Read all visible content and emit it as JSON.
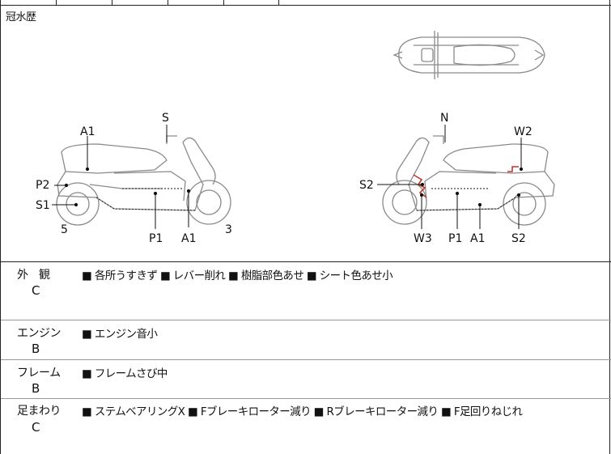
{
  "flood_history": {
    "label": "冠水歴"
  },
  "diagram_labels": {
    "left": {
      "s": "S",
      "a1_top": "A1",
      "p2": "P2",
      "s1": "S1",
      "num5": "5",
      "p1": "P1",
      "a1_bottom": "A1",
      "num3": "3"
    },
    "right": {
      "n": "N",
      "w2": "W2",
      "s2_left": "S2",
      "w3": "W3",
      "p1": "P1",
      "a1": "A1",
      "s2_bottom": "S2"
    }
  },
  "conditions": [
    {
      "category": "外　観",
      "grade": "C",
      "notes": "■ 各所うすきず ■ レバー削れ ■ 樹脂部色あせ ■ シート色あせ小"
    },
    {
      "category": "エンジン",
      "grade": "B",
      "notes": "■ エンジン音小"
    },
    {
      "category": "フレーム",
      "grade": "B",
      "notes": "■ フレームさび中"
    },
    {
      "category": "足まわり",
      "grade": "C",
      "notes": "■ ステムベアリングX ■ Fブレーキローター減り ■ Rブレーキローター減り ■ F足回りねじれ"
    }
  ],
  "colors": {
    "line": "#222222",
    "sketch": "#9a9a9a",
    "mark": "#c0392b"
  }
}
